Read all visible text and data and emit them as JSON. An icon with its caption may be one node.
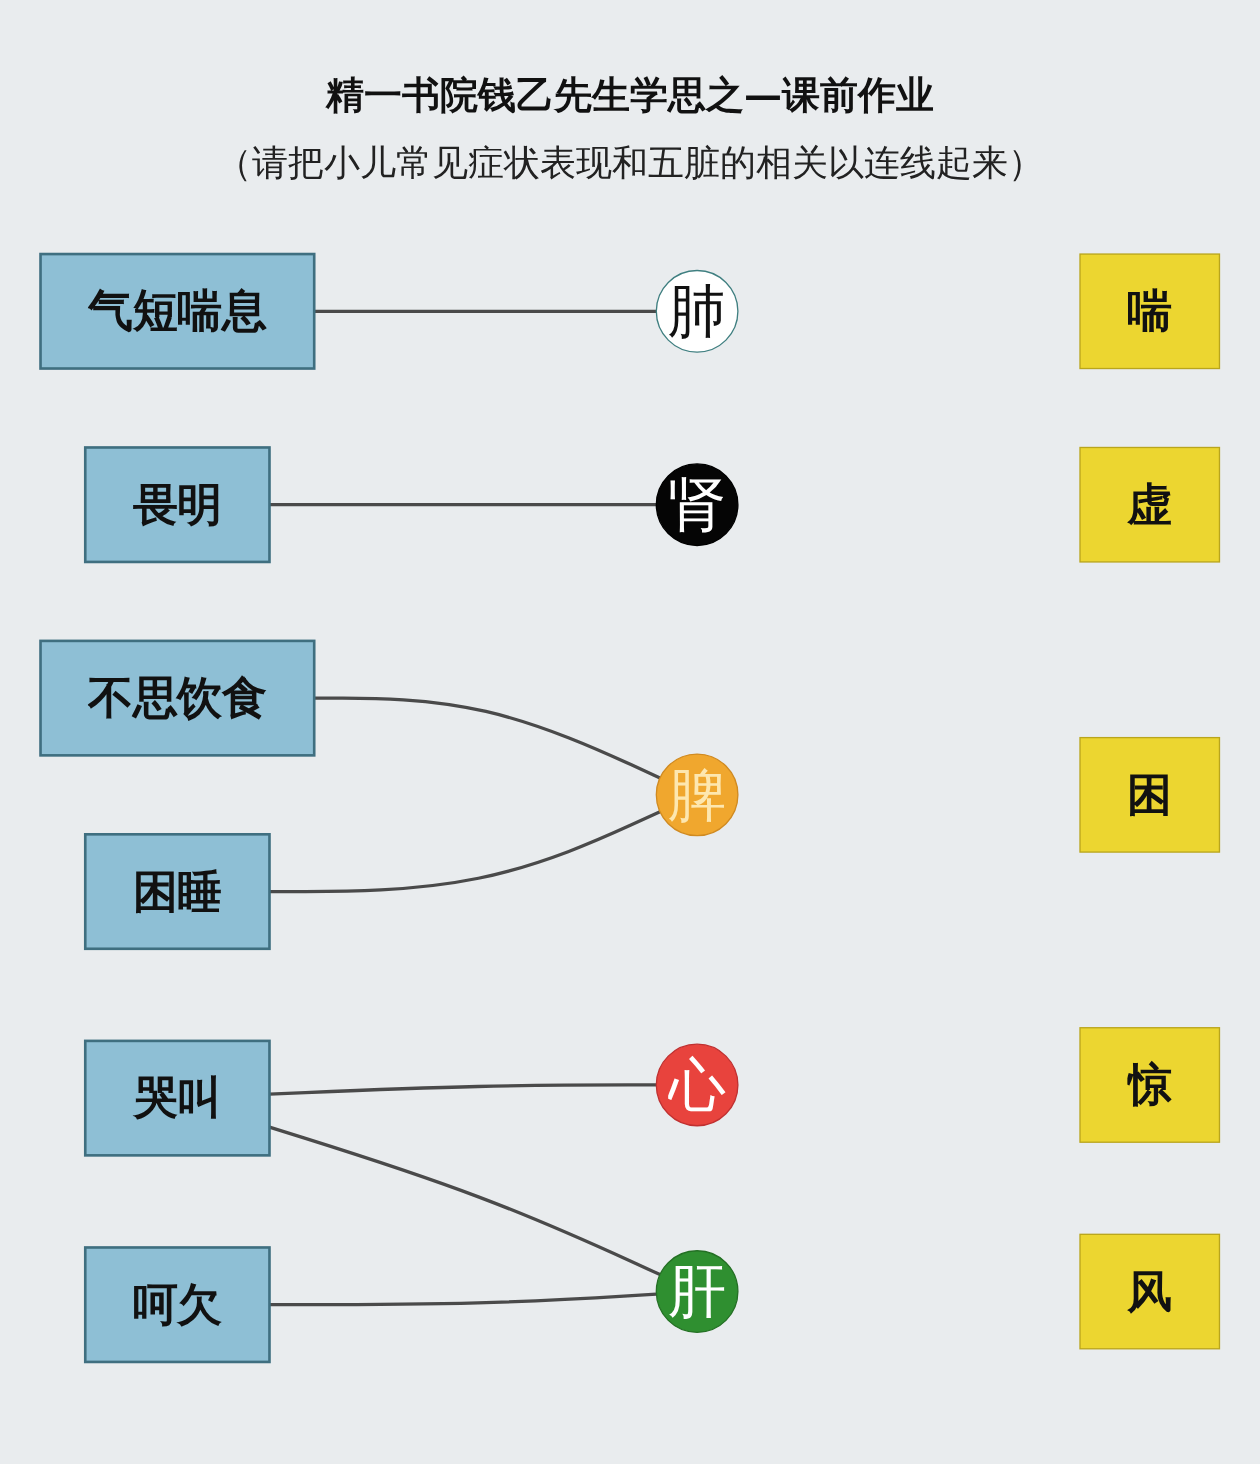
{
  "diagram": {
    "title": "精一书院钱乙先生学思之—课前作业",
    "nodes": [
      {
        "text": [
          "气短喘息"
        ]
      },
      {
        "text": [
          "畏明"
        ]
      },
      {
        "text": [
          "不思饮食"
        ]
      },
      {
        "text": [
          "哭叫"
        ]
      },
      {
        "text": [
          "困睡"
        ]
      },
      {
        "text": [
          "呵欠"
        ]
      },
      {
        "text": [
          "心"
        ]
      },
      {
        "text": [
          "惊"
        ]
      },
      {
        "text": [
          "肝"
        ]
      },
      {
        "text": [
          "风"
        ]
      },
      {
        "text": [
          "脾"
        ]
      },
      {
        "text": [
          "困"
        ]
      },
      {
        "text": [
          "肺"
        ]
      },
      {
        "text": [
          "喘"
        ]
      },
      {
        "text": [
          "肾"
        ]
      },
      {
        "text": [
          "虚"
        ]
      }
    ],
    "edges": [
      {
        "from": 0,
        "to": 12,
        "arrow": "none"
      },
      {
        "from": 1,
        "to": 14,
        "arrow": "none"
      },
      {
        "from": 2,
        "to": 10,
        "arrow": "none"
      },
      {
        "from": 3,
        "to": 6,
        "arrow": "none"
      },
      {
        "from": 3,
        "to": 8,
        "arrow": "none"
      },
      {
        "from": 4,
        "to": 10,
        "arrow": "none"
      },
      {
        "from": 5,
        "to": 8,
        "arrow": "none"
      }
    ],
    "labels": [
      "（请把小儿常见症状表现和五脏的相关以连线起来）"
    ]
  }
}
